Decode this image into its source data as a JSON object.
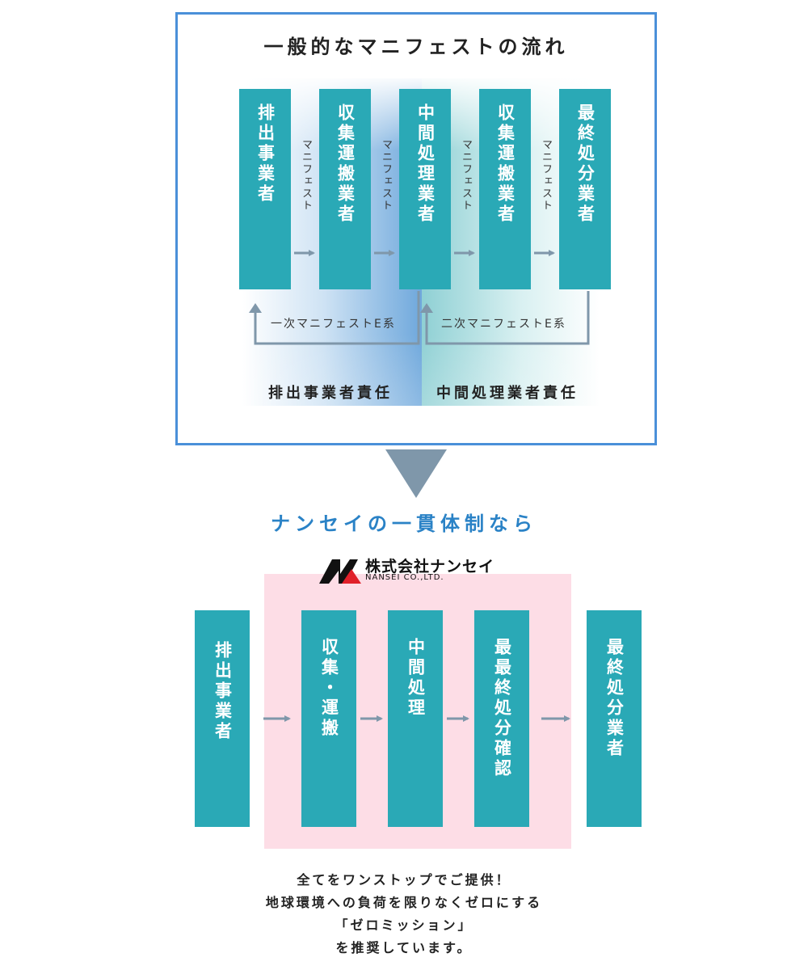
{
  "top": {
    "title": "一般的なマニフェストの流れ",
    "boxes": [
      "排出事業者",
      "収集運搬業者",
      "中間処理業者",
      "収集運搬業者",
      "最終処分業者"
    ],
    "manifest_label": "マニフェスト",
    "loop_left_label": "一次マニフェストE系",
    "loop_right_label": "二次マニフェストE系",
    "resp_left": "排出事業者責任",
    "resp_right": "中間処理業者責任"
  },
  "subtitle": "ナンセイの一貫体制なら",
  "logo": {
    "name_jp": "株式会社ナンセイ",
    "name_en": "NANSEI CO.,LTD."
  },
  "bottom": {
    "boxes": [
      "排出事業者",
      "収集・運搬",
      "中間処理",
      "最最終処分確認",
      "最終処分業者"
    ]
  },
  "footer": {
    "lines": [
      "全てをワンストップでご提供！",
      "地球環境への負荷を限りなくゼロにする",
      "「ゼロミッション」",
      "を推奨しています。"
    ]
  },
  "colors": {
    "box": "#2aa9b6",
    "frame": "#4a90d9",
    "arrow": "#7f97aa",
    "pink": "#fddde6",
    "subtitle": "#2a82c6"
  }
}
